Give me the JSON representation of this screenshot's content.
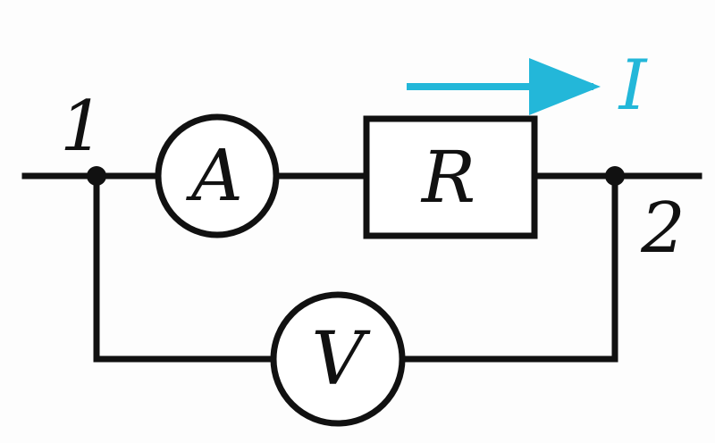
{
  "diagram": {
    "terminal_left": "1",
    "terminal_right": "2",
    "ammeter": "A",
    "resistor": "R",
    "voltmeter": "V",
    "current": "I"
  },
  "colors": {
    "wire": "#111111",
    "current_arrow": "#23b7d9"
  }
}
